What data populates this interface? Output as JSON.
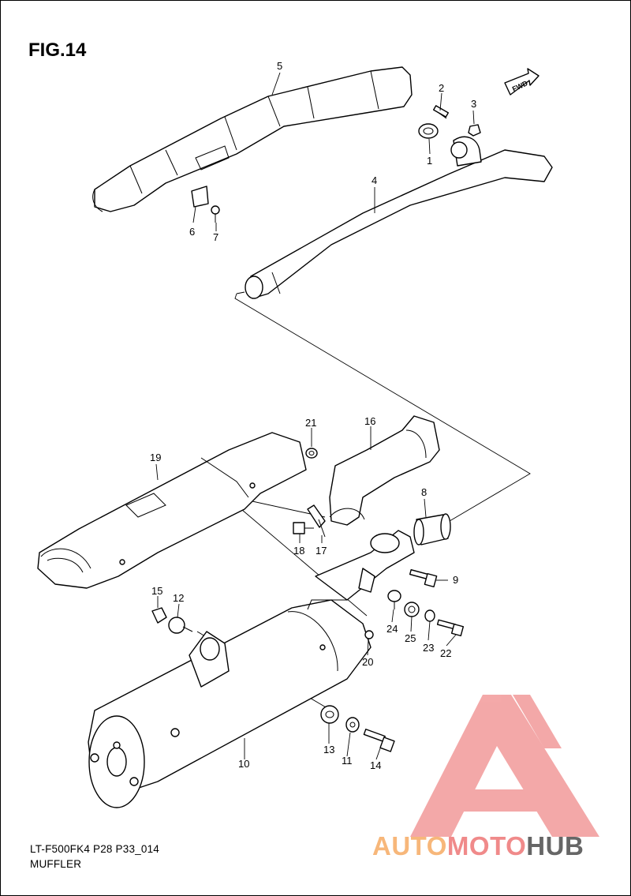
{
  "figure": {
    "title": "FIG.14"
  },
  "direction_badge": {
    "label": "FWD"
  },
  "callouts": [
    {
      "id": "c1",
      "label": "1"
    },
    {
      "id": "c2",
      "label": "2"
    },
    {
      "id": "c3",
      "label": "3"
    },
    {
      "id": "c4",
      "label": "4"
    },
    {
      "id": "c5",
      "label": "5"
    },
    {
      "id": "c6",
      "label": "6"
    },
    {
      "id": "c7",
      "label": "7"
    },
    {
      "id": "c8",
      "label": "8"
    },
    {
      "id": "c9",
      "label": "9"
    },
    {
      "id": "c10",
      "label": "10"
    },
    {
      "id": "c11",
      "label": "11"
    },
    {
      "id": "c12",
      "label": "12"
    },
    {
      "id": "c13",
      "label": "13"
    },
    {
      "id": "c14",
      "label": "14"
    },
    {
      "id": "c15",
      "label": "15"
    },
    {
      "id": "c16",
      "label": "16"
    },
    {
      "id": "c17",
      "label": "17"
    },
    {
      "id": "c18",
      "label": "18"
    },
    {
      "id": "c19",
      "label": "19"
    },
    {
      "id": "c20",
      "label": "20"
    },
    {
      "id": "c21",
      "label": "21"
    },
    {
      "id": "c22",
      "label": "22"
    },
    {
      "id": "c23",
      "label": "23"
    },
    {
      "id": "c24",
      "label": "24"
    },
    {
      "id": "c25",
      "label": "25"
    }
  ],
  "footer": {
    "model_code": "LT-F500FK4 P28 P33_014",
    "section_name": "MUFFLER"
  },
  "watermark": {
    "part1": "AUTO",
    "part2": "MOTO",
    "part3": "HUB",
    "colors": {
      "auto": "#f7b77a",
      "moto": "#f08a8a",
      "hub": "#666666",
      "triangle": "#f29a9a"
    }
  }
}
